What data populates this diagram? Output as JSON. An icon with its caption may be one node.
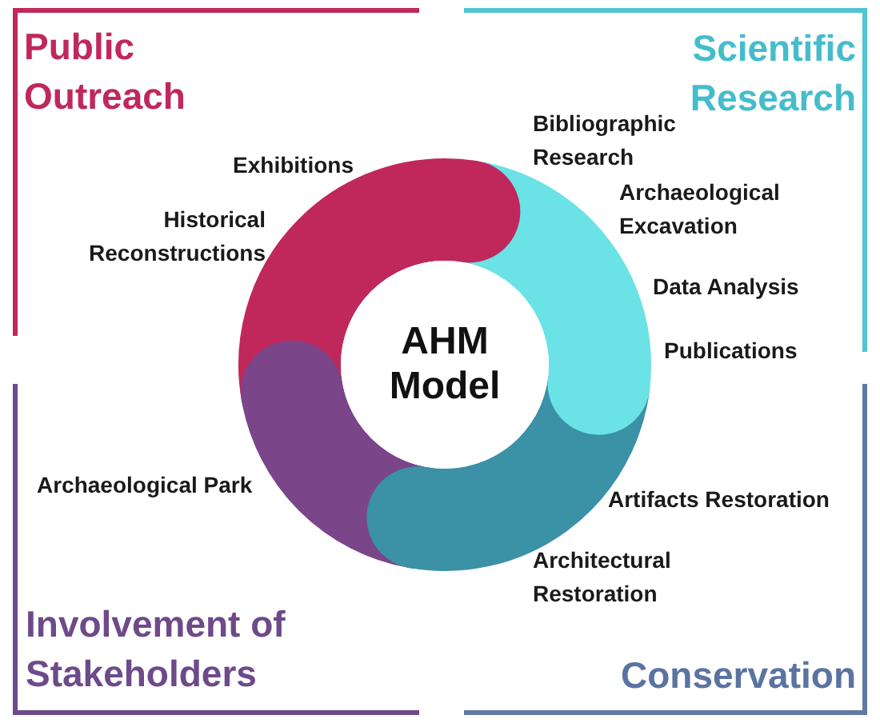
{
  "diagram": {
    "nodes": [
      {
        "text": [
          "AHM Model"
        ]
      },
      {
        "text": [
          "Public Outreach",
          "Exhibitions",
          "Historical Reconstructions"
        ]
      },
      {
        "text": [
          "Scientific Research",
          "Bibliographic Research",
          "Archaeological Excavation",
          "Data Analysis",
          "Publications"
        ]
      },
      {
        "text": [
          "Archaeological Park",
          "Involvement of Stakeholders"
        ]
      },
      {
        "text": [
          "Artifacts Restoration",
          "Architectural Restoration",
          "Conservation"
        ]
      }
    ],
    "edges": []
  }
}
